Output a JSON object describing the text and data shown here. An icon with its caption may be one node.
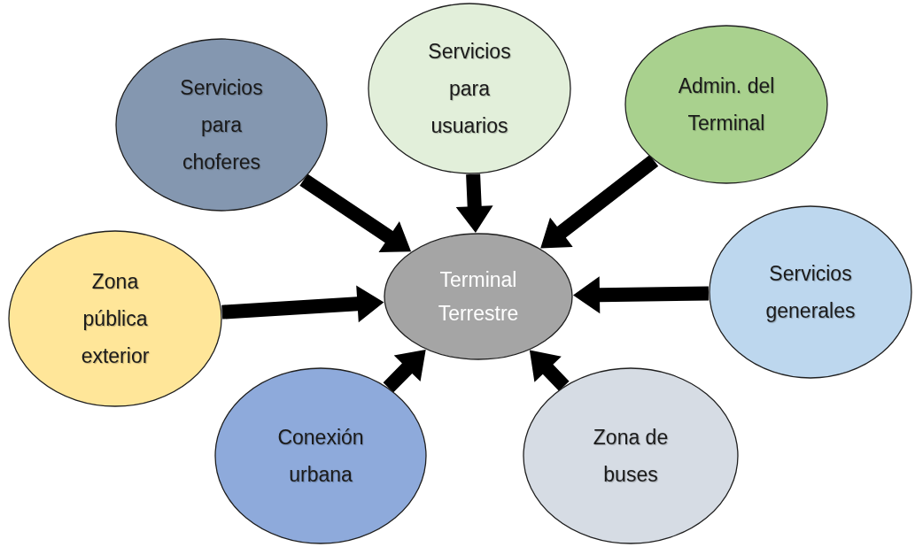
{
  "diagram": {
    "nodes": [
      {
        "text": [
          "Servicios para choferes"
        ]
      },
      {
        "text": [
          "Servicios para usuarios"
        ]
      },
      {
        "text": [
          "Admin. del Terminal"
        ]
      },
      {
        "text": [
          "Zona pública exterior"
        ]
      },
      {
        "text": [
          "Terminal Terrestre"
        ]
      },
      {
        "text": [
          "Servicios generales"
        ]
      },
      {
        "text": [
          "Conexión urbana"
        ]
      },
      {
        "text": [
          "Zona de buses"
        ]
      }
    ],
    "edges": [
      {
        "from": 0,
        "to": 4,
        "arrow": "to"
      },
      {
        "from": 1,
        "to": 4,
        "arrow": "to"
      },
      {
        "from": 2,
        "to": 4,
        "arrow": "to"
      },
      {
        "from": 3,
        "to": 4,
        "arrow": "to"
      },
      {
        "from": 5,
        "to": 4,
        "arrow": "to"
      },
      {
        "from": 6,
        "to": 4,
        "arrow": "to"
      },
      {
        "from": 7,
        "to": 4,
        "arrow": "to"
      }
    ]
  }
}
